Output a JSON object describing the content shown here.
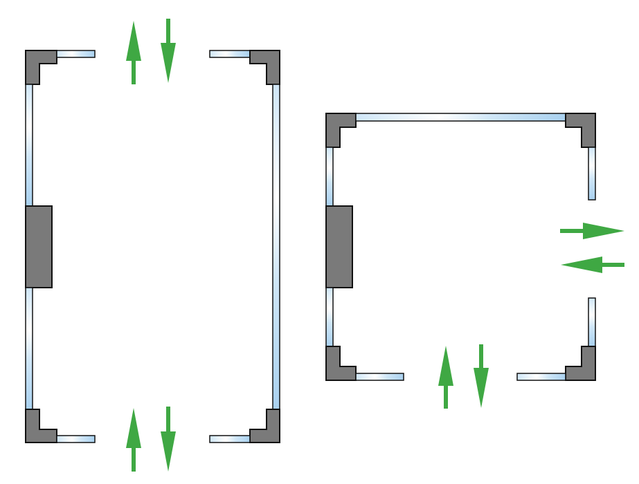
{
  "diagram": {
    "kind": "modular-enclosure-airflow",
    "colors": {
      "background": "#ffffff",
      "outline": "#111111",
      "panel_fill": "#cfe6f7",
      "panel_highlight": "#ffffff",
      "corner_fill": "#7a7a7a",
      "arrow": "#3fa843"
    },
    "enclosures": [
      {
        "id": "tall-enclosure",
        "open_sides": [
          "top",
          "bottom"
        ],
        "airflow_in": [
          "top",
          "bottom"
        ],
        "airflow_out": [
          "top",
          "bottom"
        ]
      },
      {
        "id": "short-enclosure",
        "open_sides": [
          "right",
          "bottom"
        ],
        "airflow_in": [
          "right",
          "bottom"
        ],
        "airflow_out": [
          "right",
          "bottom"
        ]
      }
    ]
  }
}
